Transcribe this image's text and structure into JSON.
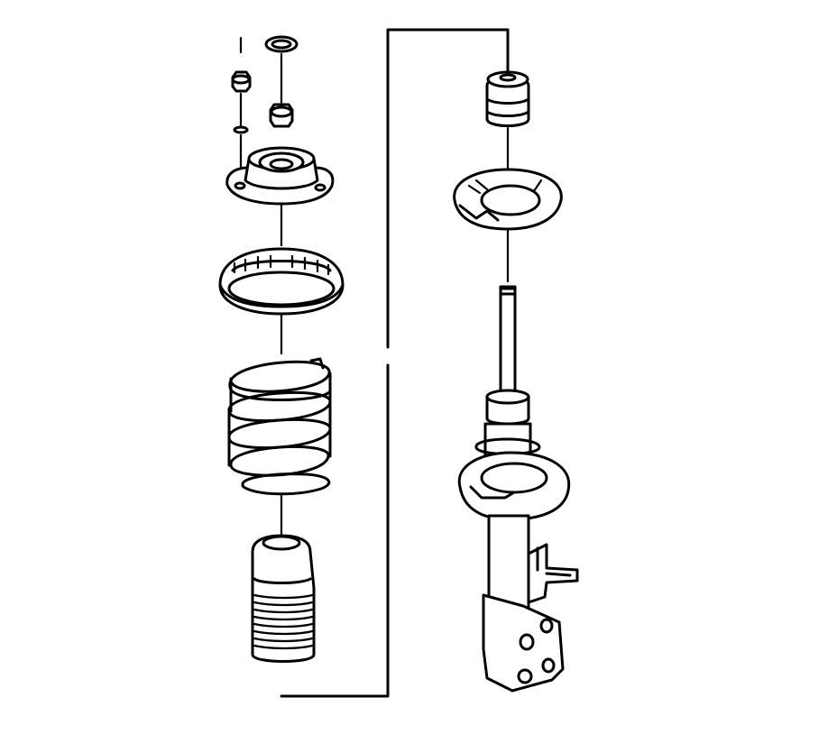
{
  "diagram": {
    "kind": "exploded-view",
    "line_color": "#000000",
    "background": "#ffffff",
    "labels": [],
    "components": [
      "upper-nut",
      "strut-mount-nut",
      "strut-cap",
      "strut-mount",
      "upper-spring-seat",
      "coil-spring",
      "dust-boot",
      "jounce-bumper",
      "spring-insulator",
      "strut-assembly"
    ]
  }
}
